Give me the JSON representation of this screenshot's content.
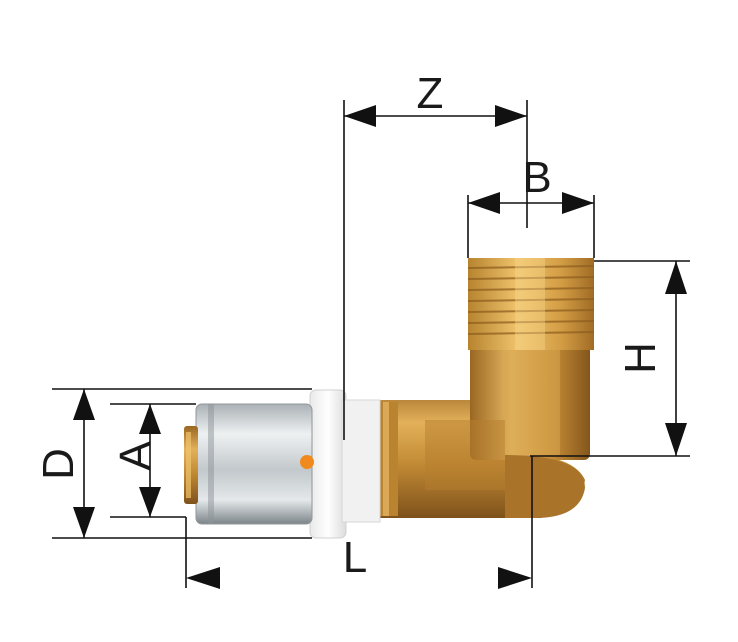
{
  "dimensions": {
    "z": "Z",
    "b": "B",
    "h": "H",
    "d": "D",
    "a": "A",
    "l": "L"
  },
  "colors": {
    "brass_light": "#e8b85a",
    "brass_mid": "#c8913a",
    "brass_dark": "#8a5a1e",
    "steel_light": "#e6eaec",
    "steel_mid": "#b9c0c4",
    "steel_dark": "#7c8488",
    "ring_white": "#f4f4f4",
    "dot_orange": "#f08a1e",
    "line": "#111111"
  }
}
